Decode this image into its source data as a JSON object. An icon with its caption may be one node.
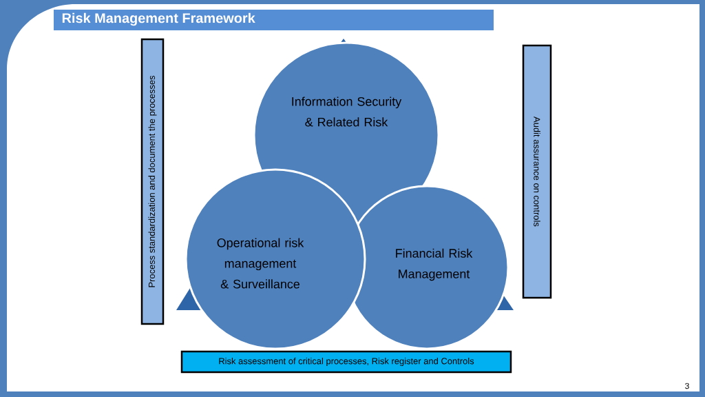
{
  "diagram": {
    "title": "Risk Management Framework",
    "nodes": [
      {
        "text": [
          "Process standardization and document the processes"
        ]
      },
      {
        "text": [
          "Information Security & Related Risk"
        ]
      },
      {
        "text": [
          "Operational risk management & Surveillance"
        ]
      },
      {
        "text": [
          "Financial  Risk Management"
        ]
      },
      {
        "text": [
          "Audit assurance on controls"
        ]
      },
      {
        "text": [
          "Risk assessment of critical processes, Risk register and Controls"
        ]
      }
    ],
    "labels": [
      "3"
    ]
  }
}
